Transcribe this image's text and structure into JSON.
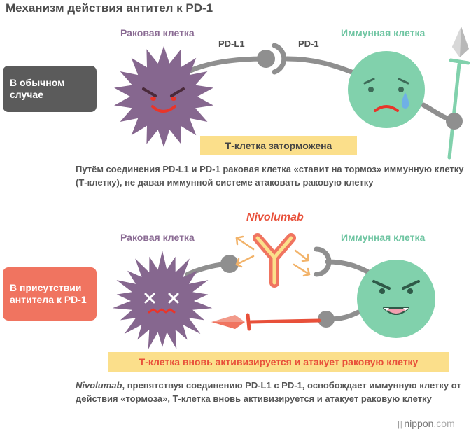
{
  "title": "Механизм действия антител к PD-1",
  "colors": {
    "cancer": "#86678f",
    "immune": "#81d1ac",
    "banner": "#fbdf8b",
    "accent": "#e8503a",
    "antibody": "#f07460",
    "connector": "#8f8f8f"
  },
  "normal": {
    "badge": "В обычном случае",
    "cancer_label": "Раковая клетка",
    "pdl1_label": "PD-L1",
    "pd1_label": "PD-1",
    "immune_label": "Иммунная клетка",
    "banner": "Т-клетка заторможена",
    "description": "Путём соединения PD-L1 и PD-1 раковая клетка «ставит на тормоз» иммунную клетку (Т-клетку), не давая иммунной системе атаковать раковую клетку"
  },
  "antibody": {
    "badge": "В присутствии антитела к PD-1",
    "drug_label": "Nivolumab",
    "cancer_label": "Раковая клетка",
    "immune_label": "Иммунная клетка",
    "banner": "Т-клетка вновь активизируется и атакует раковую клетку",
    "description_drug": "Nivolumab",
    "description_rest": ", препятствуя соединению PD-L1 с PD-1, освобождает иммунную клетку от действия «тормоза», Т-клетка вновь активизируется и атакует раковую клетку"
  },
  "logo": {
    "name": "nippon",
    "tld": ".com"
  }
}
